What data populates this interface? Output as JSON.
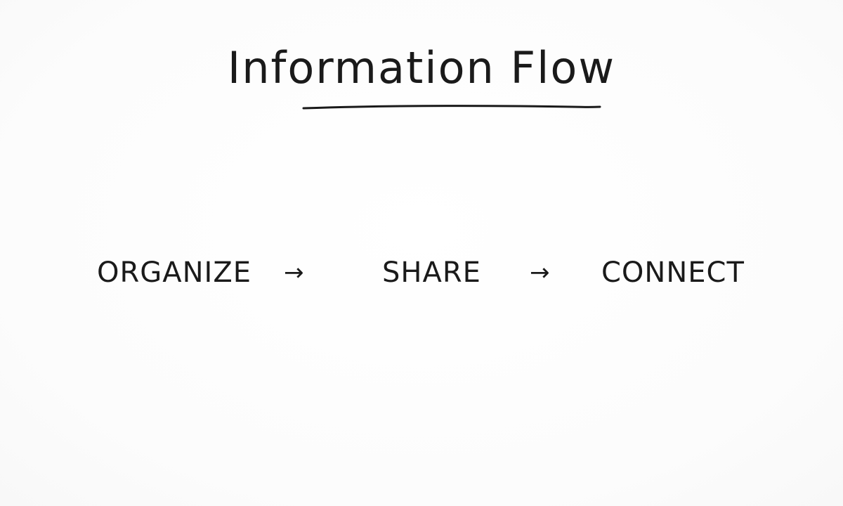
{
  "title": "Information Flow",
  "steps": [
    {
      "label": "ORGANIZE"
    },
    {
      "label": "SHARE"
    },
    {
      "label": "CONNECT"
    }
  ],
  "arrow_glyph": "→",
  "colors": {
    "ink": "#1a1a1a",
    "background": "#fdfdfd"
  }
}
